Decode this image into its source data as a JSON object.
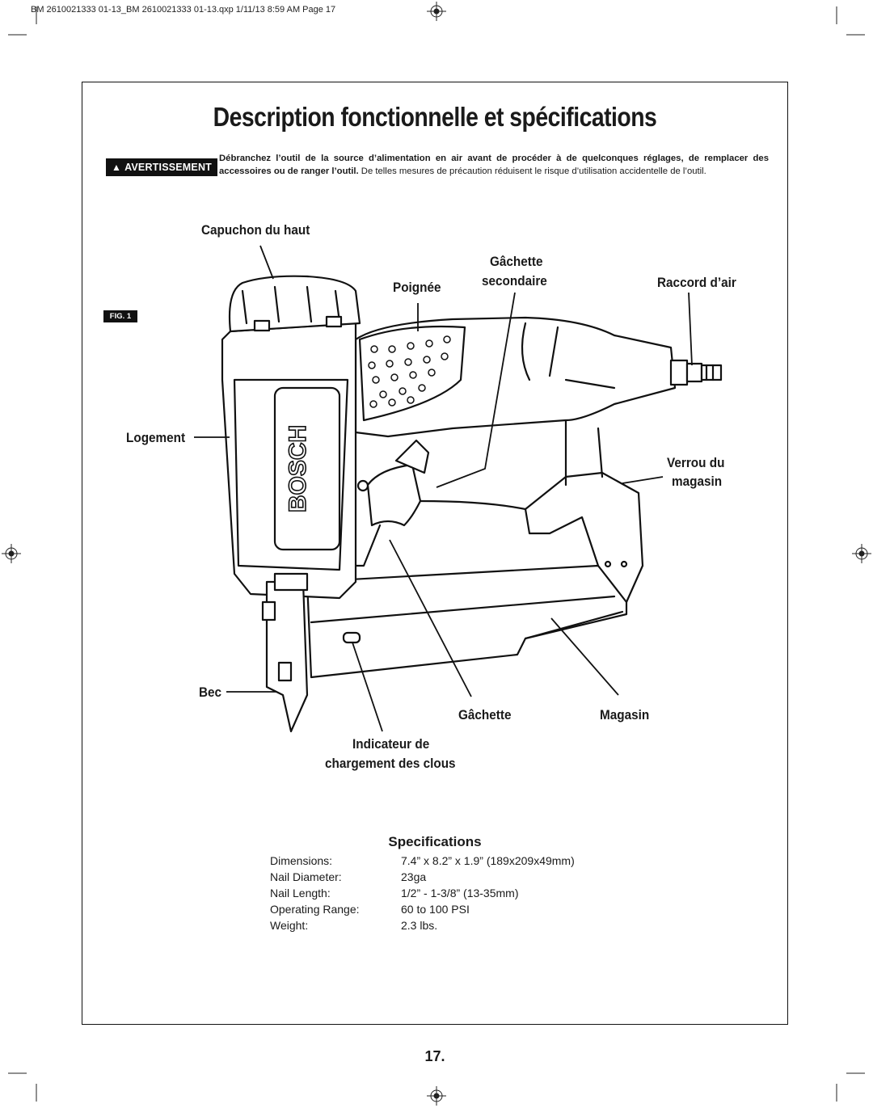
{
  "slug": "BM 2610021333 01-13_BM 2610021333 01-13.qxp  1/11/13  8:59 AM  Page 17",
  "title": "Description fonctionnelle et spécifications",
  "warning": {
    "badge": "AVERTISSEMENT",
    "bold_text": "Débranchez l’outil de la source d’alimentation en air avant de procéder à de quelconques réglages, de remplacer des accessoires ou de ranger l’outil.",
    "normal_text": " De telles mesures de précaution réduisent le risque d’utilisation accidentelle de l’outil."
  },
  "figure": {
    "tag": "FIG. 1",
    "brand": "BOSCH",
    "labels": {
      "capuchon": "Capuchon du haut",
      "poignee": "Poignée",
      "gachette_sec_1": "Gâchette",
      "gachette_sec_2": "secondaire",
      "raccord": "Raccord d’air",
      "logement": "Logement",
      "verrou_1": "Verrou du",
      "verrou_2": "magasin",
      "bec": "Bec",
      "gachette": "Gâchette",
      "magasin": "Magasin",
      "indicateur_1": "Indicateur de",
      "indicateur_2": "chargement des clous"
    }
  },
  "specifications": {
    "title": "Specifications",
    "rows": [
      {
        "label": "Dimensions:",
        "value": "7.4” x 8.2” x 1.9” (189x209x49mm)"
      },
      {
        "label": "Nail Diameter:",
        "value": "23ga"
      },
      {
        "label": "Nail Length:",
        "value": "1/2” - 1-3/8” (13-35mm)"
      },
      {
        "label": "Operating Range:",
        "value": "60 to 100 PSI"
      },
      {
        "label": "Weight:",
        "value": "2.3 lbs."
      }
    ]
  },
  "page_number": "17."
}
